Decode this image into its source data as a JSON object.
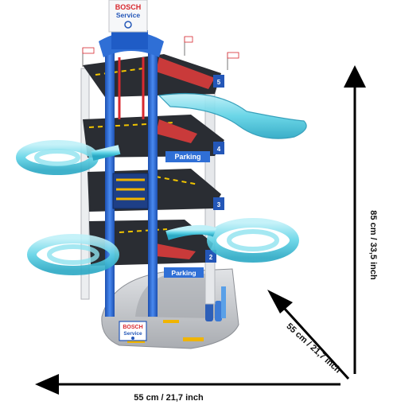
{
  "product": {
    "brand_sign": {
      "line1": "BOSCH",
      "line2": "Service"
    },
    "base_sign": {
      "line1": "BOSCH",
      "line2": "Service"
    },
    "level_signs": [
      {
        "label": "Parking"
      },
      {
        "label": "Parking"
      }
    ],
    "level_numbers": [
      "5",
      "4",
      "3",
      "2"
    ]
  },
  "dimensions": {
    "height": "85 cm / 33,5 inch",
    "depth": "55 cm / 21,7 inch",
    "width": "55 cm / 21,7 inch"
  },
  "colors": {
    "tower_blue": "#2f6fd6",
    "ramp_cyan": "#5fd3e6",
    "deck_dark": "#2a2d33",
    "base_grey": "#c9cbcf",
    "accent_red": "#d8292f",
    "arrow_black": "#000000"
  }
}
